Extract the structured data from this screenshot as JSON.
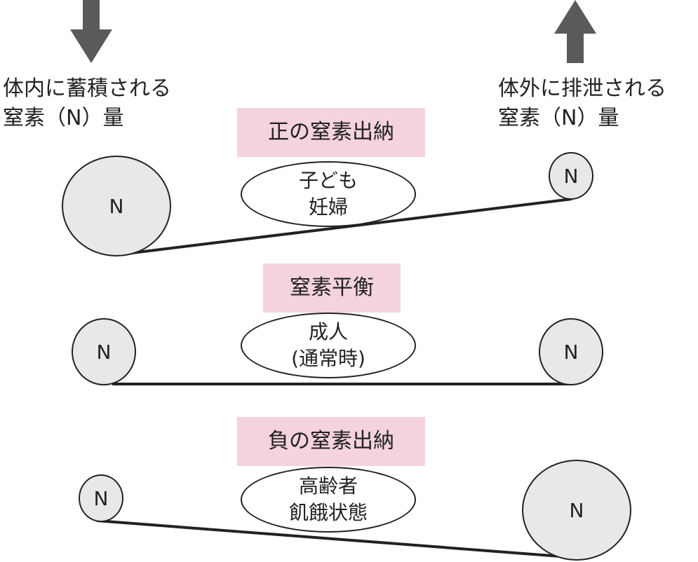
{
  "labels": {
    "left": [
      "体内に蓄積される",
      "窒素（N）量"
    ],
    "right": [
      "体外に排泄される",
      "窒素（N）量"
    ]
  },
  "rows": [
    {
      "category": "正の窒素出納",
      "group": [
        "子ども",
        "妊婦"
      ],
      "left_circle": "N",
      "right_circle": "N"
    },
    {
      "category": "窒素平衡",
      "group": [
        "成人",
        "(通常時)"
      ],
      "left_circle": "N",
      "right_circle": "N"
    },
    {
      "category": "負の窒素出納",
      "group": [
        "高齢者",
        "飢餓状態"
      ],
      "left_circle": "N",
      "right_circle": "N"
    }
  ],
  "colors": {
    "arrow": "#5a5a5a",
    "category_bg": "#f4d3df",
    "circle_fill": "#e8e8e8",
    "stroke": "#222222"
  },
  "icons": {
    "left_arrow": "arrow-down-icon",
    "right_arrow": "arrow-up-icon"
  }
}
